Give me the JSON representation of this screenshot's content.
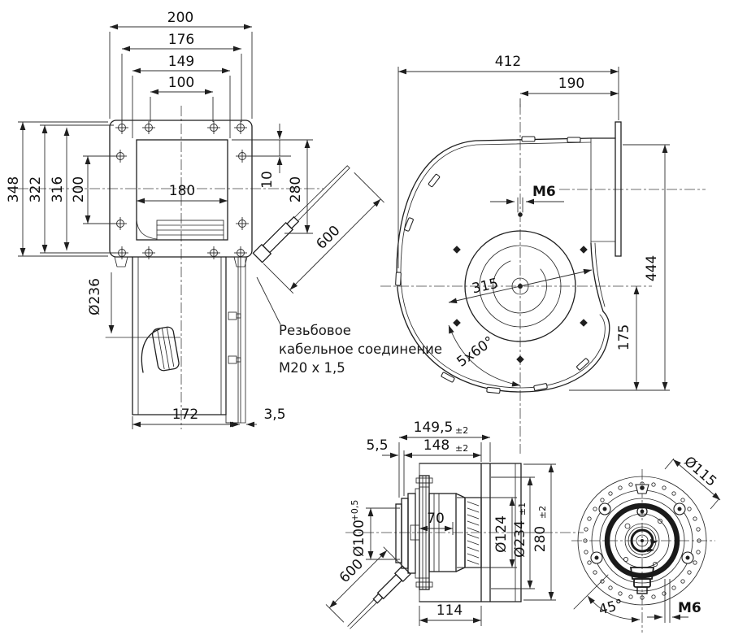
{
  "front_view": {
    "dim_width_outer": "200",
    "dim_width_176": "176",
    "dim_width_149": "149",
    "dim_width_100": "100",
    "dim_height_348": "348",
    "dim_height_322": "322",
    "dim_height_316": "316",
    "dim_height_200": "200",
    "dim_opening_180": "180",
    "dim_offset_10": "10",
    "dim_depth_280": "280",
    "dim_inlet_diameter": "Ø236",
    "dim_cable_length": "600",
    "dim_base_172": "172",
    "dim_gap_3_5": "3,5",
    "cable_note_line1": "Резьбовое",
    "cable_note_line2": "кабельное соединение",
    "cable_note_line3": "М20 х 1,5"
  },
  "scroll_view": {
    "dim_width_412": "412",
    "dim_outlet_190": "190",
    "stud_label": "M6",
    "dim_pitch_circle_315": "315",
    "stud_pattern": "5x60°",
    "dim_height_444": "444",
    "dim_height_175": "175"
  },
  "side_view": {
    "dim_149_5": "149,5",
    "tol_149_5": "±2",
    "dim_148": "148",
    "tol_148": "±2",
    "dim_5_5": "5,5",
    "dim_70": "70",
    "dim_d100": "Ø100",
    "tol_d100": "+0,5",
    "dim_d124": "Ø124",
    "dim_d234": "Ø234",
    "tol_d234": "±1",
    "dim_280": "280",
    "tol_280": "±2",
    "dim_cable_600": "600",
    "dim_114": "114"
  },
  "rear_view": {
    "dim_d115": "Ø115",
    "dim_angle_45": "45°",
    "stud_label": "M6"
  }
}
